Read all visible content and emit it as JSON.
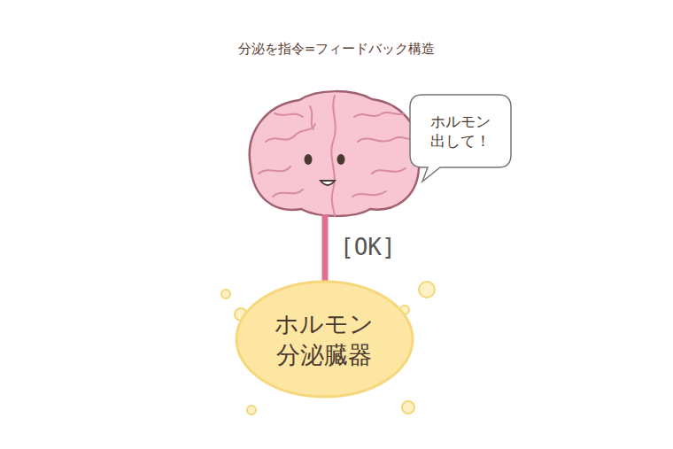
{
  "diagram": {
    "title": "分泌を指令=フィードバック構造",
    "nodes": [
      {
        "text": [
          "ホルモン 出して！"
        ]
      },
      {
        "text": [
          "ホルモン 分泌臓器"
        ]
      }
    ],
    "labels": [
      "[OK]"
    ]
  }
}
